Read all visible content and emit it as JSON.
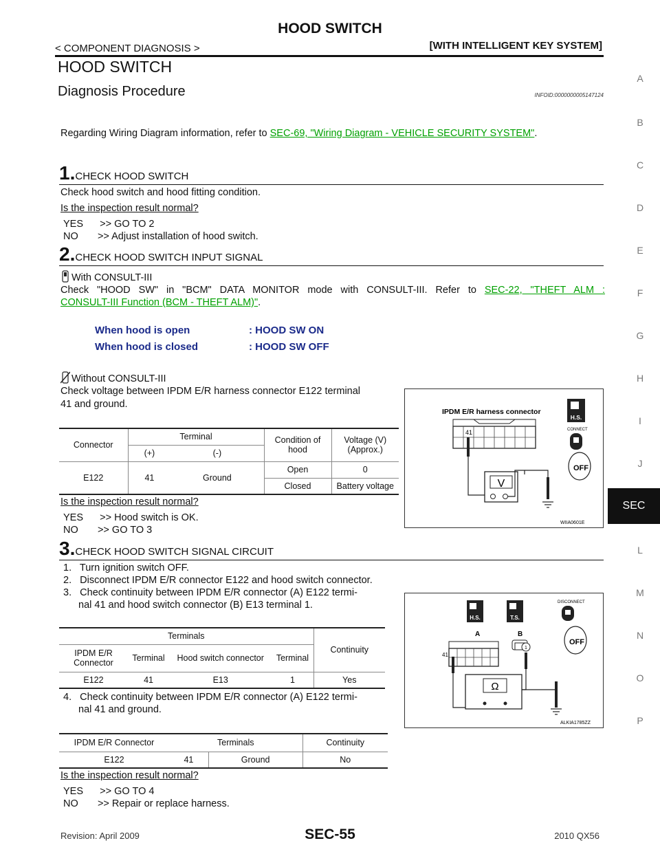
{
  "header": {
    "title": "HOOD SWITCH",
    "left": "< COMPONENT DIAGNOSIS >",
    "right": "[WITH INTELLIGENT KEY SYSTEM]"
  },
  "section_title": "HOOD SWITCH",
  "subsection_title": "Diagnosis Procedure",
  "info_id": "INFOID:0000000005147124",
  "intro": {
    "prefix": "Regarding Wiring Diagram information, refer to ",
    "link": "SEC-69, \"Wiring Diagram - VEHICLE SECURITY SYSTEM\"",
    "suffix": "."
  },
  "step1": {
    "num": "1.",
    "title": "CHECK HOOD SWITCH",
    "text": "Check hood switch and hood fitting condition.",
    "question": "Is the inspection result normal?",
    "yes": "YES      >> GO TO 2",
    "no": "NO       >> Adjust installation of hood switch."
  },
  "step2": {
    "num": "2.",
    "title": "CHECK HOOD SWITCH INPUT SIGNAL",
    "with_label": "With CONSULT-III",
    "check_prefix": "Check \"HOOD SW\" in \"BCM\" DATA MONITOR mode with CONSULT-III. Refer to ",
    "link1": "SEC-22, \"THEFT ALM :",
    "link2": "CONSULT-III Function (BCM - THEFT ALM)\"",
    "suffix": ".",
    "cond1_label": "When hood is open",
    "cond1_value": ": HOOD SW ON",
    "cond2_label": "When hood is closed",
    "cond2_value": ": HOOD SW OFF",
    "without_label": "Without CONSULT-III",
    "check2_line1": "Check voltage between IPDM E/R harness connector E122 terminal",
    "check2_line2": "41 and ground.",
    "table": {
      "h_connector": "Connector",
      "h_terminal": "Terminal",
      "h_plus": "(+)",
      "h_minus": "(-)",
      "h_condition": "Condition of hood",
      "h_voltage": "Voltage (V) (Approx.)",
      "connector": "E122",
      "plus": "41",
      "minus": "Ground",
      "rows": [
        {
          "condition": "Open",
          "voltage": "0"
        },
        {
          "condition": "Closed",
          "voltage": "Battery voltage"
        }
      ]
    },
    "question": "Is the inspection result normal?",
    "yes": "YES      >> Hood switch is OK.",
    "no": "NO       >> GO TO 3"
  },
  "figure1": {
    "title": "IPDM E/R harness connector",
    "pin": "41",
    "meter": "V",
    "badge": "H.S.",
    "connect": "CONNECT",
    "off": "OFF",
    "code": "WIIA0601E"
  },
  "step3": {
    "num": "3.",
    "title": "CHECK HOOD SWITCH SIGNAL CIRCUIT",
    "item1": "1.   Turn ignition switch OFF.",
    "item2": "2.   Disconnect IPDM E/R connector E122 and hood switch connector.",
    "item3_line1": "3.   Check continuity between IPDM E/R connector (A) E122 termi-",
    "item3_line2": "nal 41 and hood switch connector (B) E13 terminal 1.",
    "table1": {
      "h_terminals": "Terminals",
      "h_continuity": "Continuity",
      "h_ipdm": "IPDM E/R Connector",
      "h_terminal_a": "Terminal",
      "h_hood": "Hood switch connector",
      "h_terminal_b": "Terminal",
      "ipdm": "E122",
      "terminal_a": "41",
      "hood": "E13",
      "terminal_b": "1",
      "continuity": "Yes"
    },
    "item4_line1": "4.   Check continuity between IPDM E/R connector (A) E122 termi-",
    "item4_line2": "nal 41 and ground.",
    "table2": {
      "h_ipdm": "IPDM E/R Connector",
      "h_terminals": "Terminals",
      "h_continuity": "Continuity",
      "ipdm": "E122",
      "terminal": "41",
      "ground": "Ground",
      "continuity": "No"
    },
    "question": "Is the inspection result normal?",
    "yes": "YES      >> GO TO 4",
    "no": "NO       >> Repair or replace harness."
  },
  "figure2": {
    "label_a": "A",
    "label_b": "B",
    "pin_a": "41",
    "pin_b": "1",
    "meter": "Ω",
    "badge_hs": "H.S.",
    "badge_ts": "T.S.",
    "disconnect": "DISCONNECT",
    "off": "OFF",
    "code": "ALKIA1785ZZ"
  },
  "side_index": [
    "A",
    "B",
    "C",
    "D",
    "E",
    "F",
    "G",
    "H",
    "I",
    "J",
    "SEC",
    "L",
    "M",
    "N",
    "O",
    "P"
  ],
  "footer": {
    "revision": "Revision: April 2009",
    "page": "SEC-55",
    "model": "2010 QX56"
  }
}
